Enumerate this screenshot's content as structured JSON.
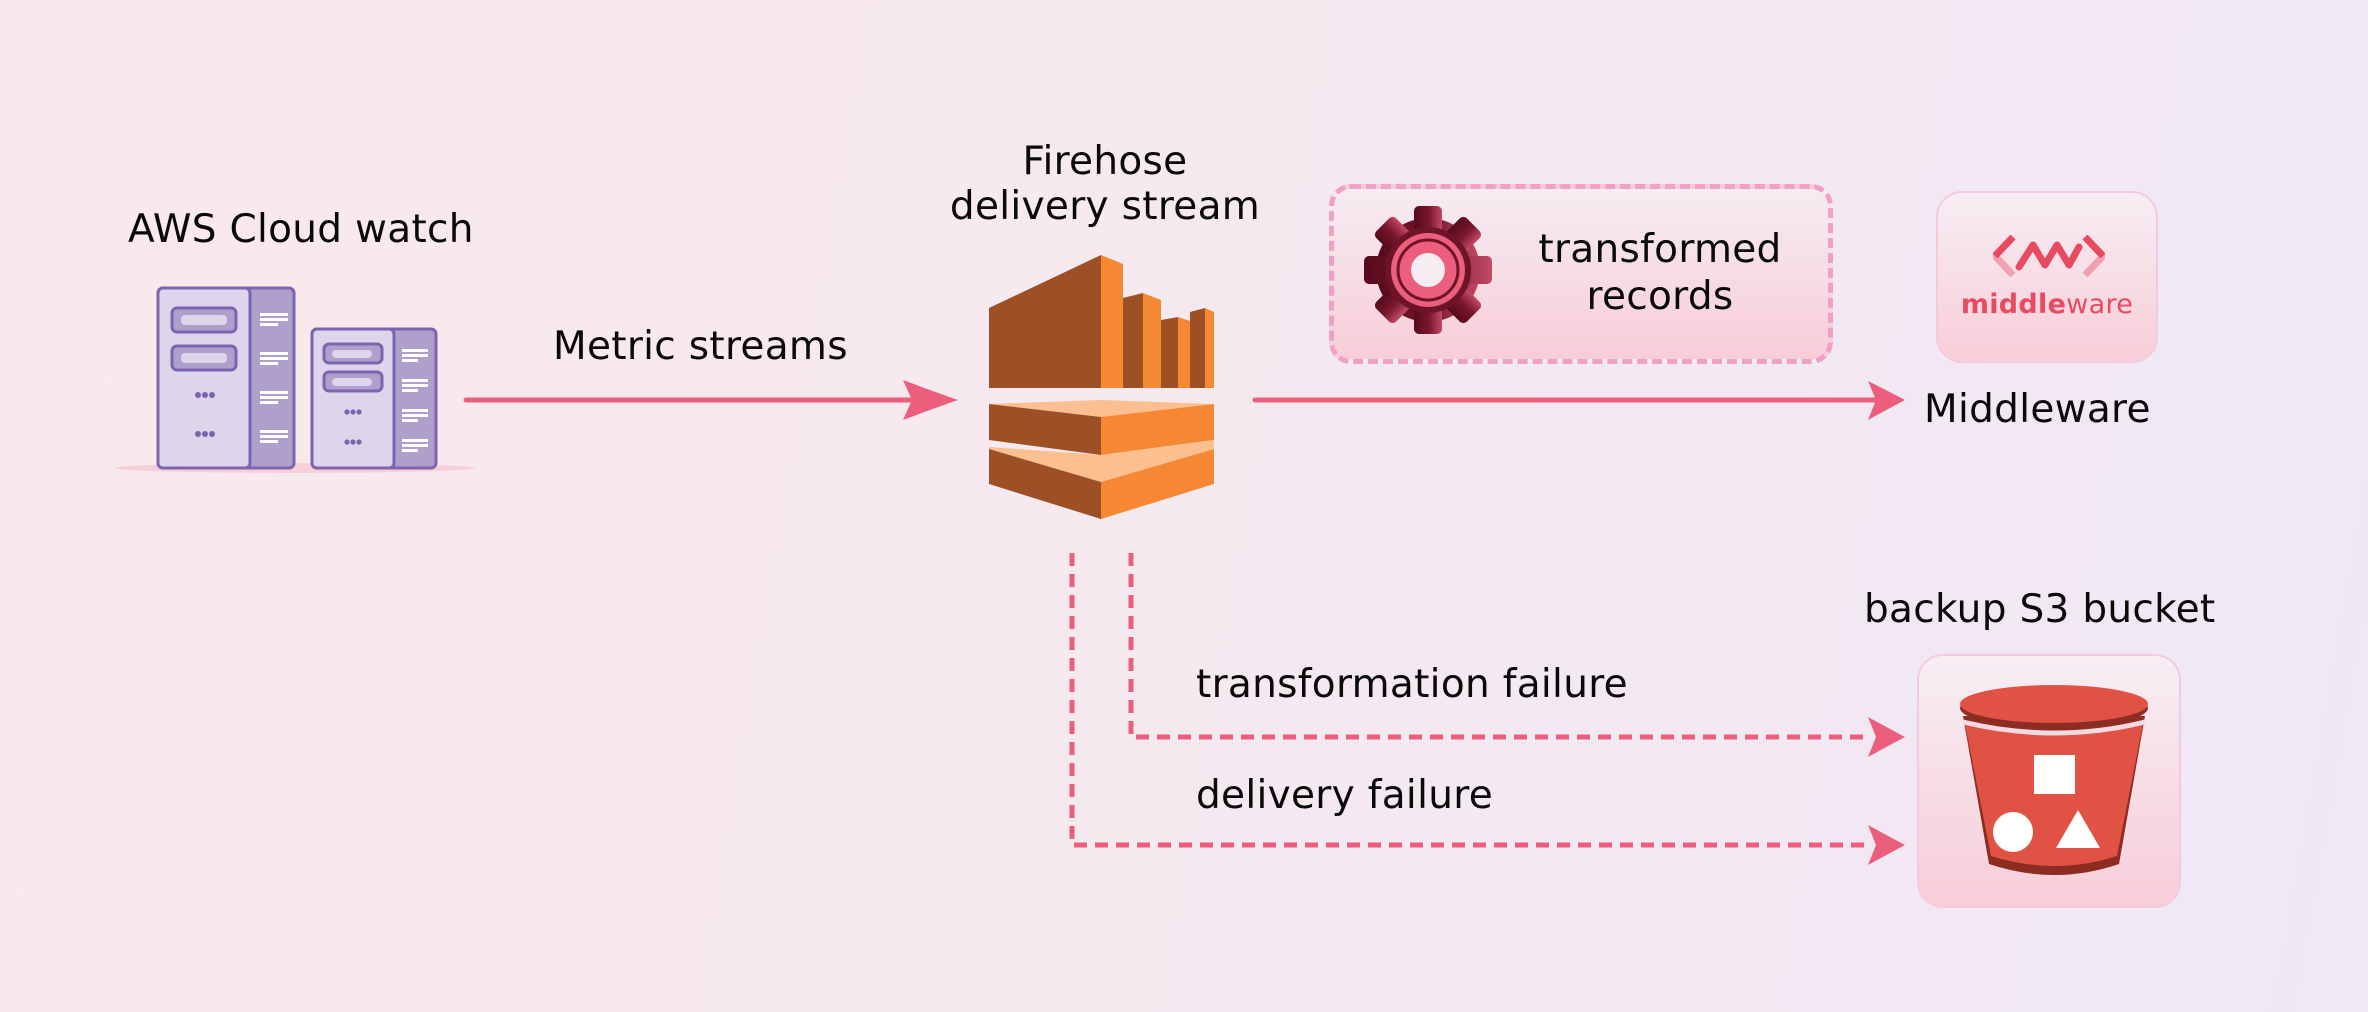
{
  "diagram": {
    "nodes": {
      "cloudwatch": {
        "label": "AWS Cloud watch",
        "icon": "server-rack-icon"
      },
      "firehose": {
        "label_line1": "Firehose",
        "label_line2": "delivery stream",
        "icon": "aws-kinesis-firehose-icon"
      },
      "transform": {
        "label_line1": "transformed",
        "label_line2": "records",
        "icon": "gear-icon"
      },
      "middleware": {
        "label": "Middleware",
        "logo_text_bold": "middle",
        "logo_text_light": "ware",
        "icon": "middleware-logo-icon"
      },
      "s3": {
        "label": "backup S3 bucket",
        "icon": "s3-bucket-icon"
      }
    },
    "edges": [
      {
        "from": "cloudwatch",
        "to": "firehose",
        "label": "Metric streams",
        "style": "solid"
      },
      {
        "from": "firehose",
        "to": "middleware",
        "label": "",
        "style": "solid"
      },
      {
        "from": "firehose",
        "to": "s3",
        "label": "transformation failure",
        "style": "dashed"
      },
      {
        "from": "firehose",
        "to": "s3",
        "label": "delivery failure",
        "style": "dashed"
      }
    ],
    "colors": {
      "arrow": "#ec5f7c",
      "dashed_box_border": "#f0a0c4",
      "server_light": "#ddd5ea",
      "server_dark": "#ae9fcb",
      "server_stroke": "#7d64b0",
      "firehose_dark": "#9d4f26",
      "firehose_orange": "#f68833",
      "firehose_light": "#fcbf8f",
      "s3_red": "#e05243",
      "s3_dark": "#8c2c22",
      "gear_dark": "#5b0c1f",
      "gear_pink": "#ec5f7c",
      "middleware_red": "#e84a5f"
    }
  }
}
